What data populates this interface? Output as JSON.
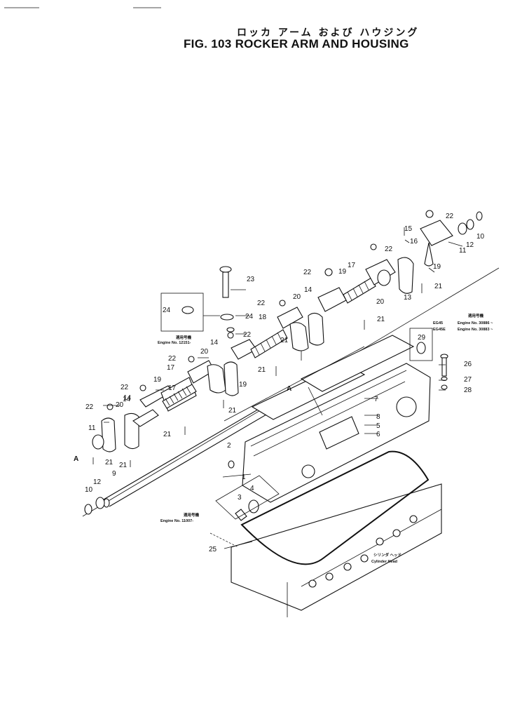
{
  "figure": {
    "title_jp": "ロッカ アーム および ハウジング",
    "title_en": "FIG. 103  ROCKER ARM AND HOUSING"
  },
  "callouts": [
    "1",
    "2",
    "3",
    "4",
    "5",
    "6",
    "7",
    "8",
    "9",
    "10",
    "11",
    "12",
    "13",
    "14",
    "15",
    "16",
    "17",
    "18",
    "19",
    "20",
    "21",
    "22",
    "23",
    "24",
    "25",
    "26",
    "27",
    "28",
    "29"
  ],
  "section_markers": {
    "a1": "A",
    "a2": "A"
  },
  "notes": {
    "engine_note_1": "Engine No. 12151-",
    "engine_note_2": "Engine No. 11007-",
    "engine_label_left_1": "EG45",
    "engine_label_left_2": "EG45E",
    "engine_note_3a": "Engine No. 30886 ~",
    "engine_note_3b": "Engine No. 30883 ~",
    "jp_small": "適用号機",
    "cyl_head_jp": "シリンダ ヘッド",
    "cyl_head_en": "Cylinder Head",
    "detail_box_callout": "24"
  }
}
